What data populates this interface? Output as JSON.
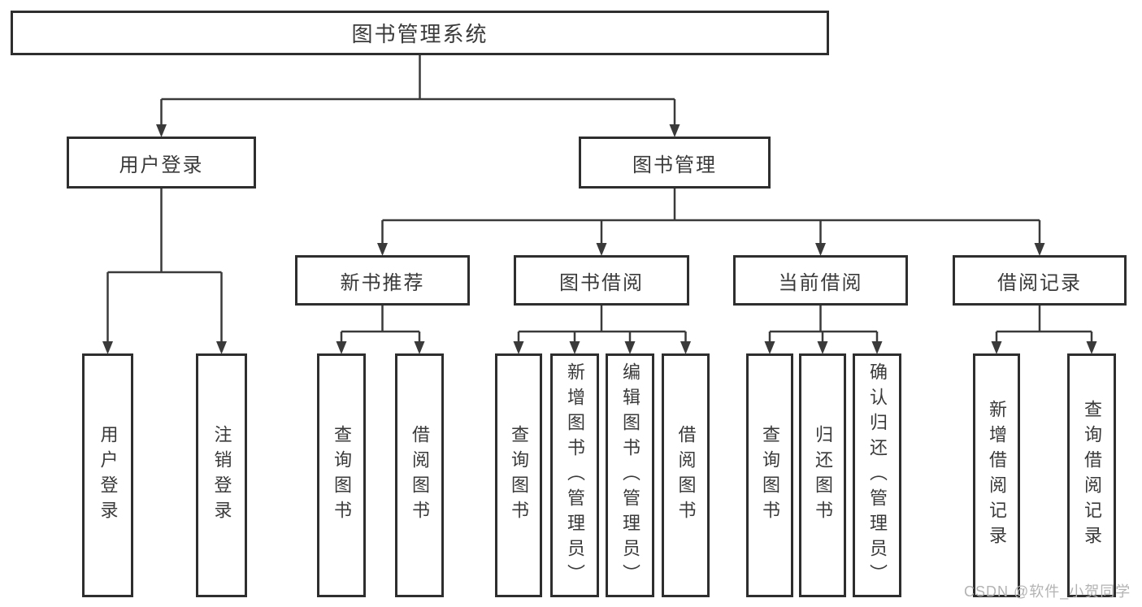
{
  "diagram": {
    "root": {
      "label": "图书管理系统"
    },
    "level2": [
      {
        "label": "用户登录",
        "children": [
          {
            "label": "用户登录"
          },
          {
            "label": "注销登录"
          }
        ]
      },
      {
        "label": "图书管理",
        "children": [
          {
            "label": "新书推荐",
            "children": [
              {
                "label": "查询图书"
              },
              {
                "label": "借阅图书"
              }
            ]
          },
          {
            "label": "图书借阅",
            "children": [
              {
                "label": "查询图书"
              },
              {
                "label": "新增图书（管理员）"
              },
              {
                "label": "编辑图书（管理员）"
              },
              {
                "label": "借阅图书"
              }
            ]
          },
          {
            "label": "当前借阅",
            "children": [
              {
                "label": "查询图书"
              },
              {
                "label": "归还图书"
              },
              {
                "label": "确认归还（管理员）"
              }
            ]
          },
          {
            "label": "借阅记录",
            "children": [
              {
                "label": "新增借阅记录"
              },
              {
                "label": "查询借阅记录"
              }
            ]
          }
        ]
      }
    ]
  },
  "watermark": {
    "text": "CSDN @软件_小贺同学"
  },
  "colors": {
    "line": "#3a3a3a",
    "box_border": "#2e2e2e",
    "text": "#3a3a3a",
    "watermark": "#b3b3b3",
    "background": "#ffffff"
  }
}
